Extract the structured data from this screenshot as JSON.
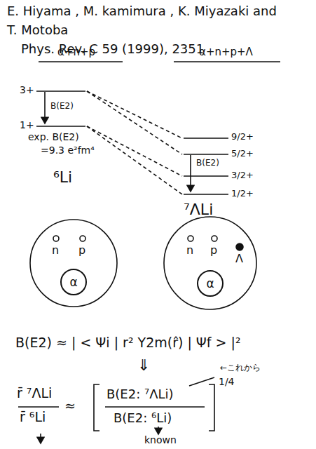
{
  "diagram": {
    "nodes": [
      {
        "text": [
          "α"
        ]
      },
      {
        "text": [
          "α"
        ]
      }
    ],
    "labels": [
      "E. Hiyama , M. kamimura , K. Miyazaki and",
      "T. Motoba",
      "Phys. Rev. C 59 (1999), 2351",
      "α+n+p",
      "α+n+p+Λ",
      "3+",
      "1+",
      "B(E2)",
      "exp. B(E2)",
      "=9.3 e²fm⁴",
      "⁶Li",
      "9/2+",
      "5/2+",
      "3/2+",
      "1/2+",
      "B(E2)",
      "⁷ΛLi",
      "n",
      "p",
      "n",
      "p",
      "Λ",
      "B(E2) ≈ | < Ψi | r² Y2m(r̂) | Ψf > |²",
      "⇓",
      "r̄ ⁷ΛLi",
      "r̄ ⁶Li",
      "≈",
      "B(E2: ⁷ΛLi)",
      "B(E2: ⁶Li)",
      "1/4",
      "←これから",
      "known"
    ]
  }
}
